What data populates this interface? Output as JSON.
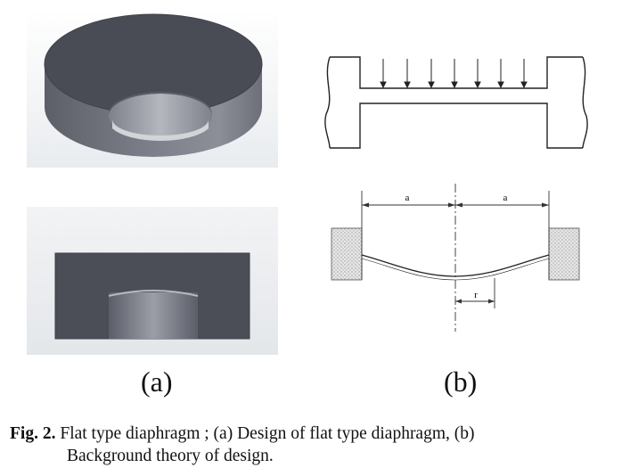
{
  "figure": {
    "subfigures": [
      {
        "id": "a",
        "label": "(a)"
      },
      {
        "id": "b",
        "label": "(b)"
      }
    ],
    "schematic": {
      "dim_label_left": "a",
      "dim_label_right": "a",
      "radius_label": "r"
    },
    "caption": {
      "fig_label": "Fig. 2.",
      "line1": " Flat type diaphragm ; (a) Design of flat type diaphragm, (b)",
      "line2": "Background theory of design."
    }
  }
}
